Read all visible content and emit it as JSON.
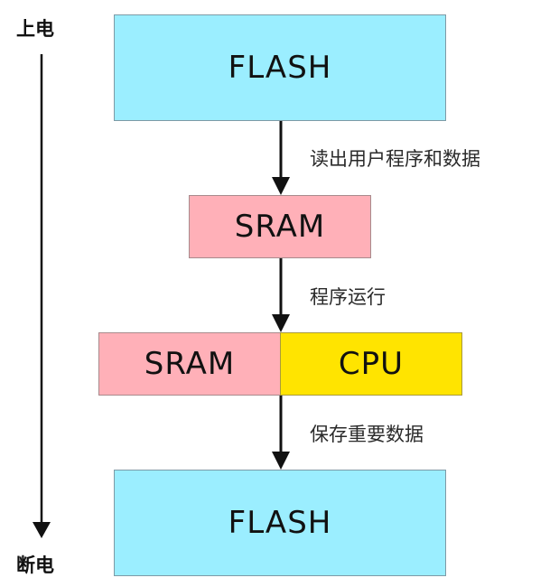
{
  "timeline": {
    "start_label": "上电",
    "end_label": "断电"
  },
  "boxes": {
    "flash_top": "FLASH",
    "sram_middle": "SRAM",
    "sram_runtime": "SRAM",
    "cpu_runtime": "CPU",
    "flash_bottom": "FLASH"
  },
  "steps": {
    "read": "读出用户程序和数据",
    "run": "程序运行",
    "save": "保存重要数据"
  },
  "colors": {
    "flash": "#9beeff",
    "sram": "#ffb0b8",
    "cpu": "#ffe400",
    "arrow": "#111111"
  }
}
